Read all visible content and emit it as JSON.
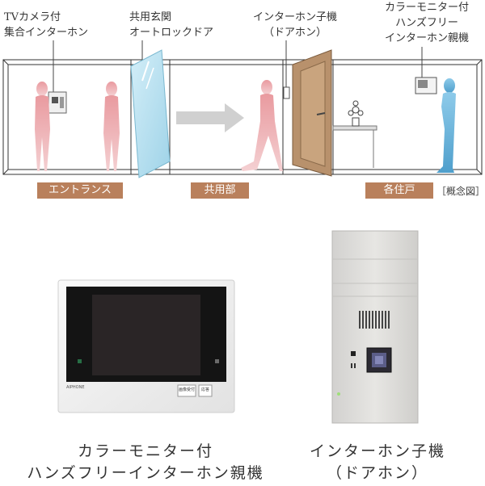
{
  "labels": {
    "tv_intercom": [
      "TVカメラ付",
      "集合インターホン"
    ],
    "shared_door": [
      "共用玄関",
      "オートロックドア"
    ],
    "child_unit": [
      "インターホン子機",
      "（ドアホン）"
    ],
    "parent_unit": [
      "カラーモニター付",
      "ハンズフリー",
      "インターホン親機"
    ]
  },
  "zones": {
    "entrance": "エントランス",
    "common": "共用部",
    "each_unit": "各住戸",
    "note": "［概念図］"
  },
  "captions": {
    "monitor": [
      "カラーモニター付",
      "ハンズフリーインターホン親機"
    ],
    "doorphone": [
      "インターホン子機",
      "（ドアホン）"
    ]
  },
  "device_text": {
    "monitor_brand": "AIPHONE",
    "monitor_button_1": "画像受付",
    "monitor_button_2": "応答"
  },
  "colors": {
    "zone_tag": "#b9805c",
    "person_pink": "#e08a8f",
    "person_blue": "#6fb4d8",
    "door_brown": "#b8916c",
    "glass": "#a9d8ea",
    "arrow_gray": "#d0d0d0"
  }
}
